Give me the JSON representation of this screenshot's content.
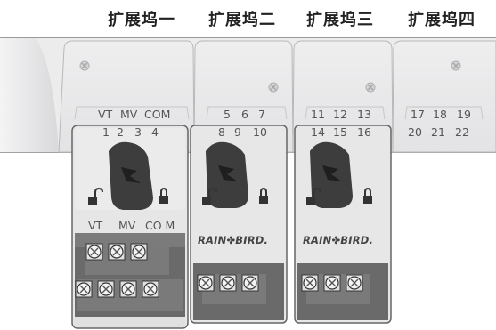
{
  "slots": [
    {
      "title": "扩展坞一"
    },
    {
      "title": "扩展坞二"
    },
    {
      "title": "扩展坞三"
    },
    {
      "title": "扩展坞四"
    }
  ],
  "slot1": {
    "row1": [
      "VT",
      "MV",
      "COM"
    ],
    "row2": [
      "1",
      "2",
      "3",
      "4"
    ],
    "terminal_labels": [
      "VT",
      "MV",
      "CO M"
    ]
  },
  "slot2": {
    "row1": [
      "5",
      "6",
      "7"
    ],
    "row2": [
      "8",
      "9",
      "10"
    ],
    "brand": "RAIN✤BIRD."
  },
  "slot3": {
    "row1": [
      "11",
      "12",
      "13"
    ],
    "row2": [
      "14",
      "15",
      "16"
    ],
    "brand": "RAIN✤BIRD."
  },
  "slot4": {
    "row1": [
      "17",
      "18",
      "19"
    ],
    "row2": [
      "20",
      "21",
      "22"
    ]
  },
  "colors": {
    "panel": "#ececed",
    "panel_shadow": "#c9c9cb",
    "module_body": "#e4e4e4",
    "terminal_block": "#666666",
    "knob": "#3d3d3d"
  }
}
